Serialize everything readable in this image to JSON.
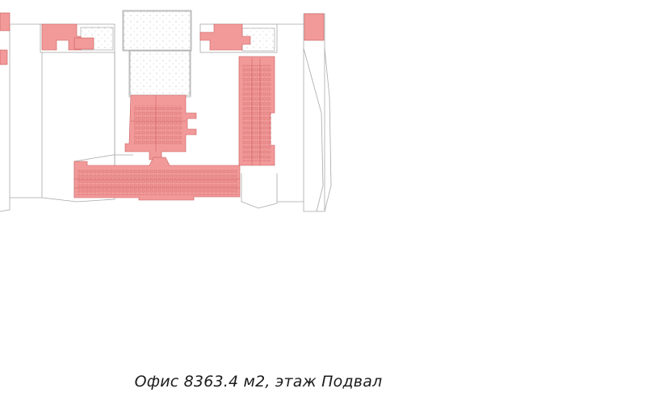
{
  "floor_plan": {
    "caption": "Офис 8363.4 м2, этаж Подвал",
    "area_m2": "8363.4",
    "floor": "Подвал",
    "highlight_color": "#f29a9a",
    "highlight_stroke": "#c95a5a",
    "outline_color": "#9a9a9a"
  }
}
